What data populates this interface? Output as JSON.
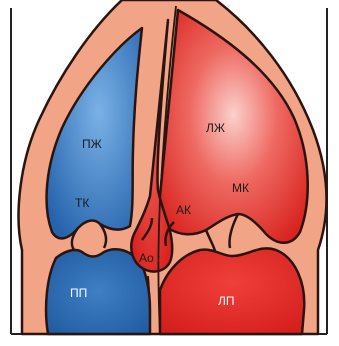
{
  "diagram": {
    "labels": {
      "rv": "ПЖ",
      "lv": "ЛЖ",
      "tv": "ТК",
      "mv": "МК",
      "av": "АК",
      "ao": "Ао",
      "ra": "ПП",
      "la": "ЛП"
    },
    "colors": {
      "tissue": "#f2a486",
      "outline": "#2a1410",
      "right_heart": "#2d6fb6",
      "right_heart_light": "#6fa9e0",
      "left_heart": "#e0302b",
      "left_heart_light": "#f8b3b0",
      "frame": "#222222"
    }
  }
}
